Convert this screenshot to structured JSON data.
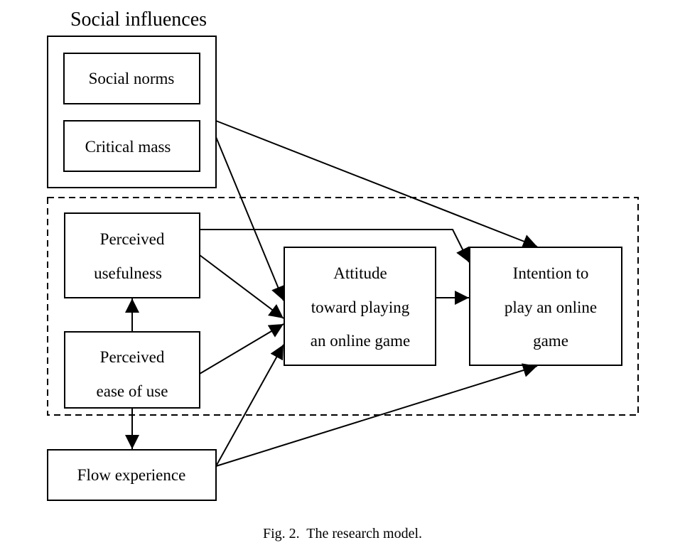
{
  "diagram": {
    "groups": {
      "social_influences": {
        "title": "Social influences"
      }
    },
    "nodes": {
      "social_norms": {
        "lines": [
          "Social norms"
        ]
      },
      "critical_mass": {
        "lines": [
          "Critical mass"
        ]
      },
      "perceived_usefulness": {
        "lines": [
          "Perceived",
          "usefulness"
        ]
      },
      "perceived_ease_of_use": {
        "lines": [
          "Perceived",
          "ease of use"
        ]
      },
      "attitude": {
        "lines": [
          "Attitude",
          "toward playing",
          "an online game"
        ]
      },
      "intention": {
        "lines": [
          "Intention to",
          "play an online",
          "game"
        ]
      },
      "flow_experience": {
        "lines": [
          "Flow experience"
        ]
      }
    },
    "edges": [
      {
        "from": "social_influences",
        "to": "attitude"
      },
      {
        "from": "social_influences",
        "to": "intention"
      },
      {
        "from": "perceived_usefulness",
        "to": "attitude"
      },
      {
        "from": "perceived_usefulness",
        "to": "intention"
      },
      {
        "from": "perceived_ease_of_use",
        "to": "perceived_usefulness"
      },
      {
        "from": "perceived_ease_of_use",
        "to": "attitude"
      },
      {
        "from": "perceived_ease_of_use",
        "to": "flow_experience"
      },
      {
        "from": "flow_experience",
        "to": "attitude"
      },
      {
        "from": "flow_experience",
        "to": "intention"
      },
      {
        "from": "attitude",
        "to": "intention"
      }
    ],
    "caption": "Fig. 2.  The research model."
  }
}
